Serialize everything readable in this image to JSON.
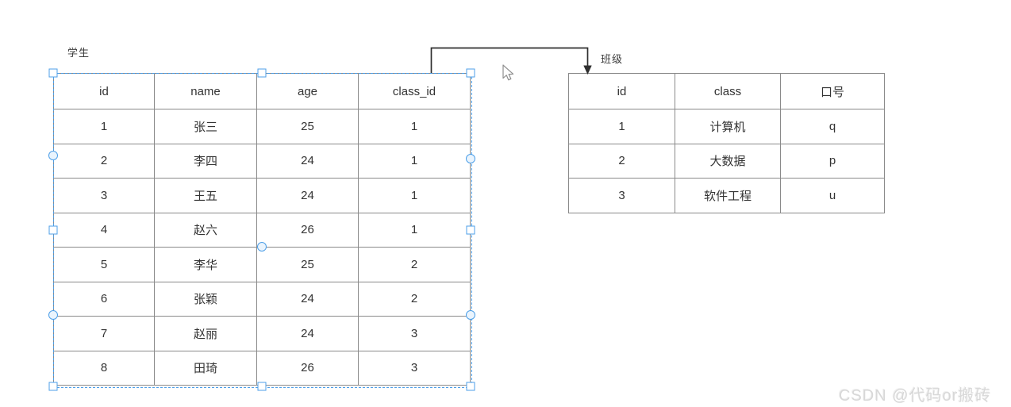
{
  "student_table": {
    "label": "学生",
    "headers": [
      "id",
      "name",
      "age",
      "class_id"
    ],
    "rows": [
      [
        "1",
        "张三",
        "25",
        "1"
      ],
      [
        "2",
        "李四",
        "24",
        "1"
      ],
      [
        "3",
        "王五",
        "24",
        "1"
      ],
      [
        "4",
        "赵六",
        "26",
        "1"
      ],
      [
        "5",
        "李华",
        "25",
        "2"
      ],
      [
        "6",
        "张颖",
        "24",
        "2"
      ],
      [
        "7",
        "赵丽",
        "24",
        "3"
      ],
      [
        "8",
        "田琦",
        "26",
        "3"
      ]
    ]
  },
  "class_table": {
    "label": "班级",
    "headers": [
      "id",
      "class",
      "口号"
    ],
    "rows": [
      [
        "1",
        "计算机",
        "q"
      ],
      [
        "2",
        "大数据",
        "p"
      ],
      [
        "3",
        "软件工程",
        "u"
      ]
    ]
  },
  "connector": {
    "from": "student.class_id",
    "to": "class.id",
    "color": "#2f2f2f"
  },
  "selection_color": "#4d9fe8",
  "watermark": "CSDN @代码or搬砖"
}
